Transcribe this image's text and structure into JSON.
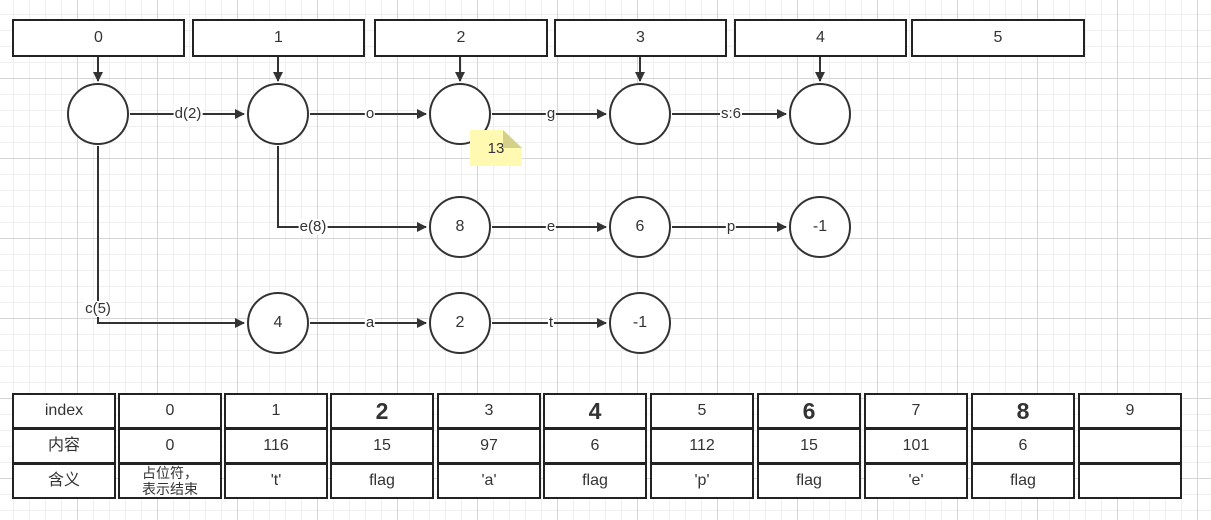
{
  "headers": [
    "0",
    "1",
    "2",
    "3",
    "4",
    "5"
  ],
  "nodes": [
    "",
    "",
    "",
    "",
    "",
    "8",
    "6",
    "-1",
    "4",
    "2",
    "-1"
  ],
  "edge_labels": [
    "d(2)",
    "o",
    "g",
    "s:6",
    "e(8)",
    "e",
    "p",
    "c(5)",
    "a",
    "t"
  ],
  "note": "13",
  "table": {
    "rows": [
      [
        "index",
        "0",
        "1",
        "2",
        "3",
        "4",
        "5",
        "6",
        "7",
        "8",
        "9"
      ],
      [
        "内容",
        "0",
        "116",
        "15",
        "97",
        "6",
        "112",
        "15",
        "101",
        "6",
        ""
      ],
      [
        "含义",
        "占位符，表示结束",
        "'t'",
        "flag",
        "'a'",
        "flag",
        "'p'",
        "flag",
        "'e'",
        "flag",
        ""
      ]
    ],
    "bold_index_columns": [
      3,
      5,
      7,
      9
    ]
  }
}
